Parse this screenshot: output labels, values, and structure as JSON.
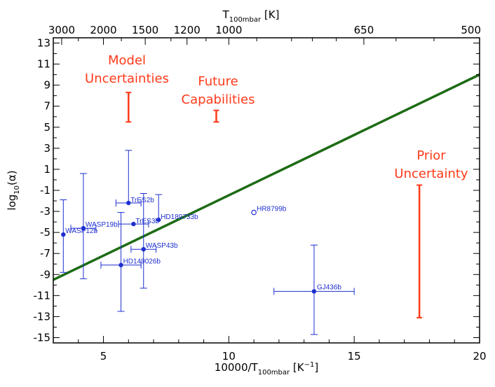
{
  "chart_data": {
    "type": "scatter",
    "xlabel": "10000/T_{100mbar} [K^{-1}]",
    "xlabel_main": "10000/T",
    "xlabel_sub": "100mbar",
    "xlabel_unit": "[K",
    "xlabel_unit_sup": "−1",
    "xlabel_unit_close": "]",
    "ylabel": "log10(α)",
    "ylabel_main": "log",
    "ylabel_sub": "10",
    "ylabel_arg": "(α)",
    "top_label": "T_{100mbar} [K]",
    "top_label_main": "T",
    "top_label_sub": "100mbar",
    "top_label_unit": "[K]",
    "xlim": [
      3,
      20
    ],
    "ylim": [
      -15.5,
      13.5
    ],
    "x_ticks": [
      5,
      10,
      15,
      20
    ],
    "x_tick_labels": [
      "5",
      "10",
      "15",
      "20"
    ],
    "y_ticks": [
      13,
      11,
      9,
      7,
      5,
      3,
      1,
      -1,
      -3,
      -5,
      -7,
      -9,
      -11,
      -13,
      -15
    ],
    "y_tick_labels": [
      "13",
      "11",
      "9",
      "7",
      "5",
      "3",
      "1",
      "-1",
      "-3",
      "-5",
      "-7",
      "-9",
      "-11",
      "-13",
      "-15"
    ],
    "top_ticks_T": [
      3000,
      2000,
      1500,
      1200,
      1000,
      650,
      500
    ],
    "top_tick_labels": [
      "3000",
      "2000",
      "1500",
      "1200",
      "1000",
      "650",
      "500"
    ],
    "grid": false,
    "line": {
      "x": [
        3,
        20
      ],
      "y": [
        -9.5,
        10.0
      ],
      "color": "#1d6b14"
    },
    "points": [
      {
        "name": "WASP12b",
        "x": 3.4,
        "y": -5.2,
        "xerr": 0,
        "yerr_low": 3.6,
        "yerr_high": 3.3,
        "open": false
      },
      {
        "name": "WASP19b",
        "x": 4.2,
        "y": -4.6,
        "xerr": 0.5,
        "yerr_low": 4.8,
        "yerr_high": 5.2,
        "open": false
      },
      {
        "name": "TrES2b",
        "x": 6.0,
        "y": -2.2,
        "xerr": 0.5,
        "yerr_low": 0,
        "yerr_high": 5.0,
        "open": false
      },
      {
        "name": "TrES3b",
        "x": 6.2,
        "y": -4.2,
        "xerr": 0.6,
        "yerr_low": 0,
        "yerr_high": 0,
        "open": false
      },
      {
        "name": "HD189733b",
        "x": 7.2,
        "y": -3.8,
        "xerr": 0,
        "yerr_low": 0,
        "yerr_high": 2.4,
        "open": false
      },
      {
        "name": "WASP43b",
        "x": 6.6,
        "y": -6.6,
        "xerr": 0.5,
        "yerr_low": 3.7,
        "yerr_high": 5.3,
        "open": false
      },
      {
        "name": "HD149026b",
        "x": 5.7,
        "y": -8.1,
        "xerr": 0.8,
        "yerr_low": 4.4,
        "yerr_high": 5.0,
        "open": false
      },
      {
        "name": "HR8799b",
        "x": 11.0,
        "y": -3.1,
        "xerr": 0,
        "yerr_low": 0,
        "yerr_high": 0,
        "open": true
      },
      {
        "name": "GJ436b",
        "x": 13.4,
        "y": -10.6,
        "xerr": 1.6,
        "yerr_low": 4.1,
        "yerr_high": 4.4,
        "open": false
      }
    ],
    "annotations": [
      {
        "id": "model",
        "lines": [
          "Model",
          "Uncertainties"
        ],
        "bar_x": 6.0,
        "bar_y": [
          5.5,
          8.3
        ]
      },
      {
        "id": "future",
        "lines": [
          "Future",
          "Capabilities"
        ],
        "bar_x": 9.5,
        "bar_y": [
          5.5,
          6.6
        ]
      },
      {
        "id": "prior",
        "lines": [
          "Prior",
          "Uncertainty"
        ],
        "bar_x": 17.6,
        "bar_y": [
          -13.1,
          -0.5
        ]
      }
    ],
    "point_color": "#1e2fd0",
    "annotation_color": "#ff3a1a"
  }
}
